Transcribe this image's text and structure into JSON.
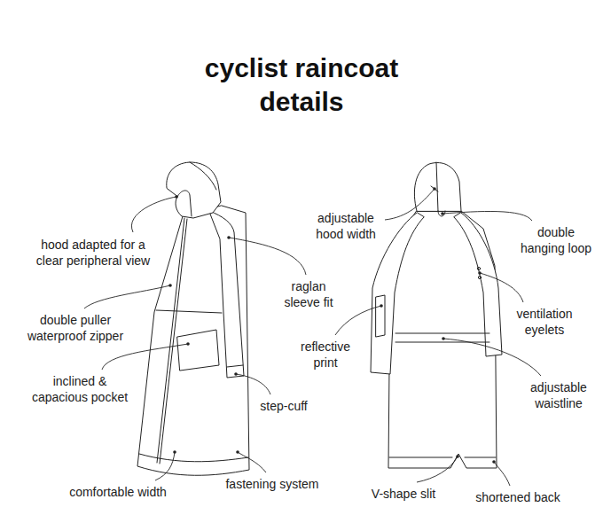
{
  "diagram": {
    "title": "cyclist raincoat details",
    "labels": [
      "hood adapted for a clear peripheral view",
      "double puller waterproof zipper",
      "inclined & capacious pocket",
      "comfortable width",
      "fastening system",
      "step-cuff",
      "raglan sleeve fit",
      "adjustable hood width",
      "double hanging loop",
      "ventilation eyelets",
      "reflective print",
      "adjustable waistline",
      "V-shape slit",
      "shortened back"
    ]
  }
}
